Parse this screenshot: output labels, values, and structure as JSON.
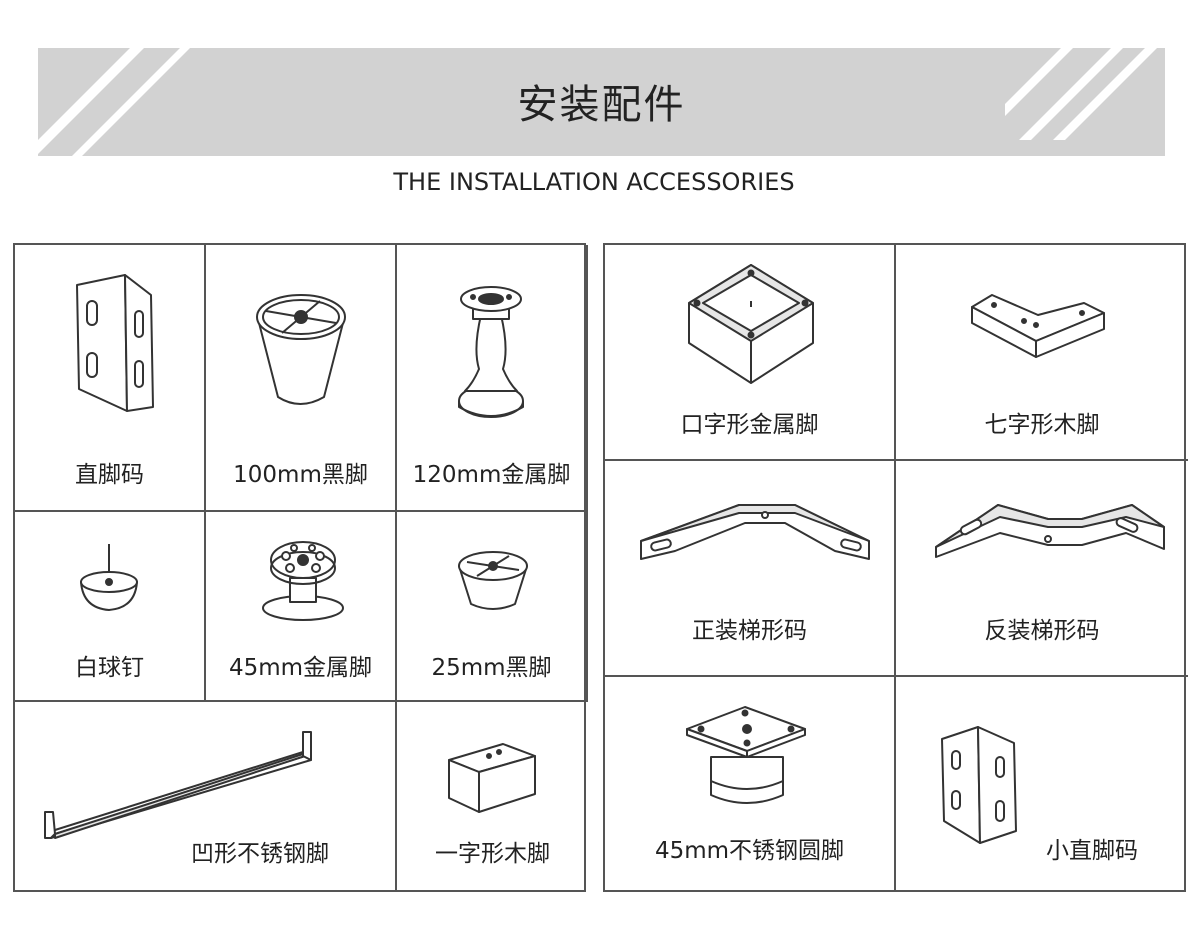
{
  "header": {
    "title": "安装配件",
    "subtitle": "THE INSTALLATION ACCESSORIES"
  },
  "left_grid": [
    {
      "label": "直脚码",
      "icon": "straight-corner-bracket-icon"
    },
    {
      "label": "100mm黑脚",
      "icon": "black-sofa-leg-icon"
    },
    {
      "label": "120mm金属脚",
      "icon": "metal-pedestal-leg-icon"
    },
    {
      "label": "白球钉",
      "icon": "white-ball-nail-icon"
    },
    {
      "label": "45mm金属脚",
      "icon": "metal-button-foot-icon"
    },
    {
      "label": "25mm黑脚",
      "icon": "short-black-foot-icon"
    },
    {
      "label": "凹形不锈钢脚",
      "icon": "u-shaped-steel-bar-icon"
    },
    {
      "label": "一字形木脚",
      "icon": "wooden-block-foot-icon"
    }
  ],
  "right_grid": [
    {
      "label": "口字形金属脚",
      "icon": "square-metal-frame-icon"
    },
    {
      "label": "七字形木脚",
      "icon": "l-shaped-wood-foot-icon"
    },
    {
      "label": "正装梯形码",
      "icon": "trapezoid-bracket-up-icon"
    },
    {
      "label": "反装梯形码",
      "icon": "trapezoid-bracket-down-icon"
    },
    {
      "label": "45mm不锈钢圆脚",
      "icon": "round-steel-foot-icon"
    },
    {
      "label": "小直脚码",
      "icon": "small-corner-bracket-icon"
    }
  ],
  "colors": {
    "banner": "#d2d2d2",
    "border": "#555555",
    "text": "#222222"
  }
}
